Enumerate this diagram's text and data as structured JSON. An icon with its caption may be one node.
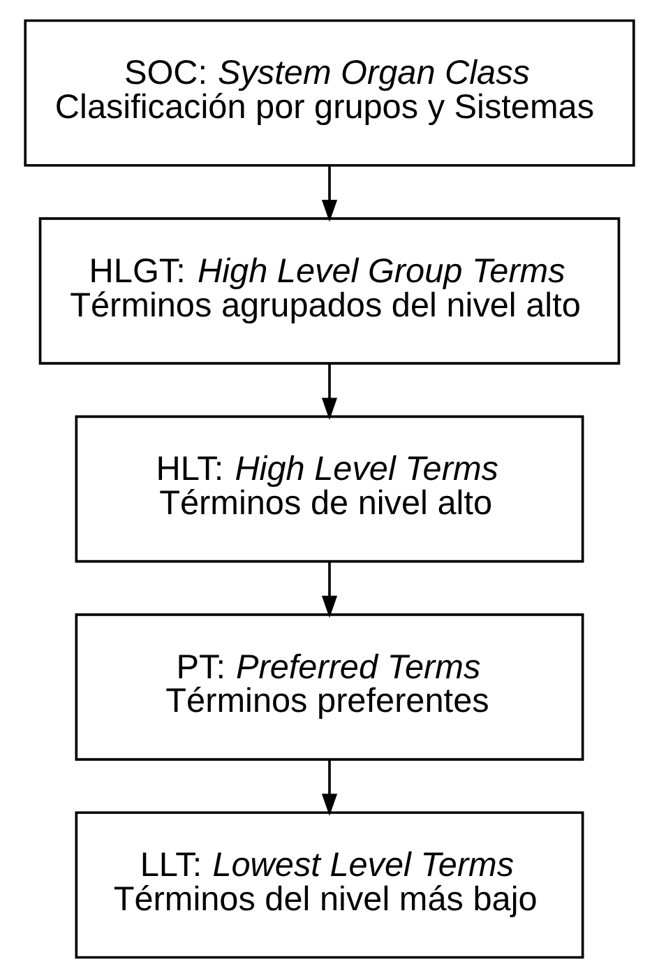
{
  "diagram": {
    "nodes": [
      {
        "text": [
          "SOC: *System Organ Class*",
          "Clasificación por grupos y Sistemas"
        ]
      },
      {
        "text": [
          "HLGT: *High Level Group Terms*",
          "Términos agrupados del nivel alto"
        ]
      },
      {
        "text": [
          "HLT: *High Level Terms*",
          "Términos de nivel alto"
        ]
      },
      {
        "text": [
          "PT: *Preferred Terms*",
          "Términos preferentes"
        ]
      },
      {
        "text": [
          "LLT: *Lowest Level Terms*",
          "Términos del nivel más bajo"
        ]
      }
    ],
    "edges": [
      {
        "from": 0,
        "to": 1,
        "arrow": "to"
      },
      {
        "from": 1,
        "to": 2,
        "arrow": "to"
      },
      {
        "from": 2,
        "to": 3,
        "arrow": "to"
      },
      {
        "from": 3,
        "to": 4,
        "arrow": "to"
      }
    ]
  }
}
